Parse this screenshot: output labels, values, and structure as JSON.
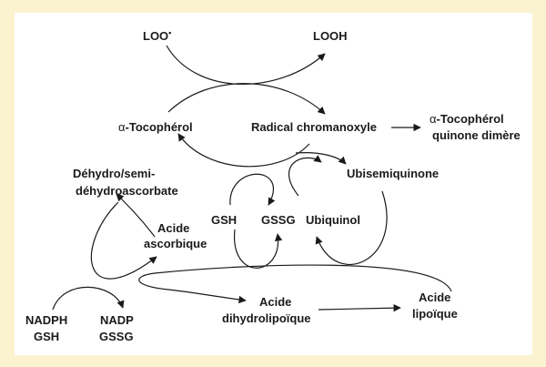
{
  "diagram": {
    "nodes": {
      "loo": "LOO",
      "loo_sup": "•",
      "looh": "LOOH",
      "tocopherol_greek": "α",
      "tocopherol": "-Tocophérol",
      "chromanoxyle": "Radical chromanoxyle",
      "quinone_l1_greek": "α",
      "quinone_l1": "-Tocophérol",
      "quinone_l2": "quinone dimère",
      "dehydro_l1": "Déhydro/semi-",
      "dehydro_l2": "déhydroascorbate",
      "ubisemiquinone": "Ubisemiquinone",
      "gsh": "GSH",
      "gssg": "GSSG",
      "ubiquinol": "Ubiquinol",
      "ascorbique_l1": "Acide",
      "ascorbique_l2": "ascorbique",
      "dihydrolipoique_l1": "Acide",
      "dihydrolipoique_l2": "dihydrolipoïque",
      "lipoique_l1": "Acide",
      "lipoique_l2": "lipoïque",
      "nadph_l1": "NADPH",
      "nadph_l2": "GSH",
      "nadp_l1": "NADP",
      "nadp_l2": "GSSG"
    },
    "colors": {
      "background": "#fbf3d0",
      "panel": "#ffffff",
      "ink": "#1a1a1a"
    }
  }
}
